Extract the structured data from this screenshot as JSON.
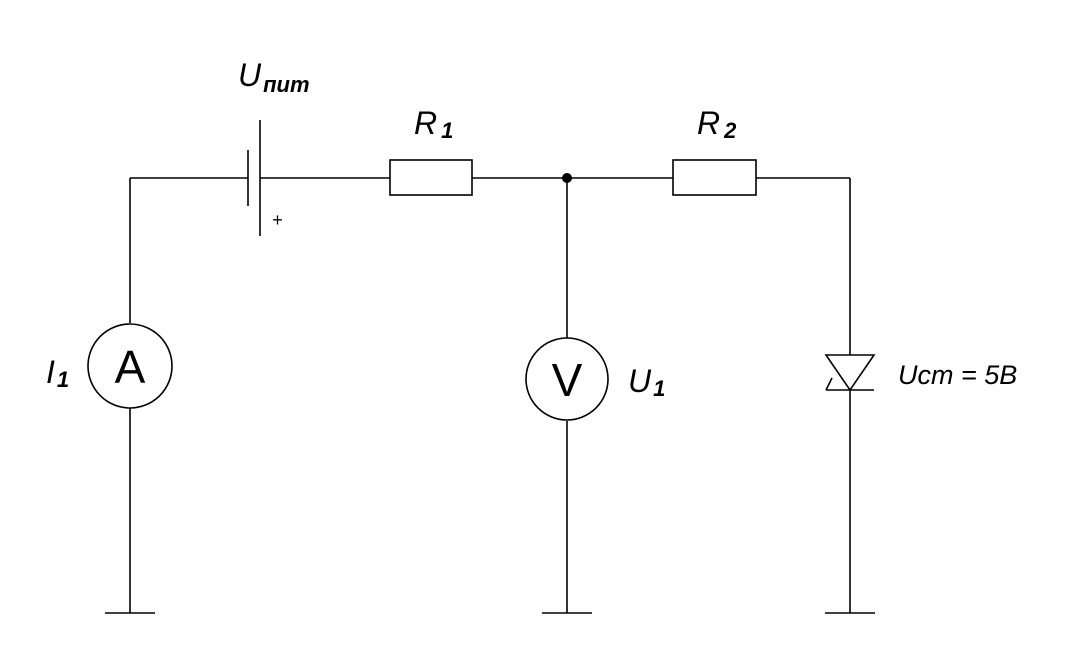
{
  "labels": {
    "source": {
      "main": "U",
      "sub": "пит"
    },
    "r1": {
      "main": "R",
      "sub": "1"
    },
    "r2": {
      "main": "R",
      "sub": "2"
    },
    "ammeter": {
      "main": "I",
      "sub": "1"
    },
    "voltmeter": {
      "main": "U",
      "sub": "1"
    },
    "zener": "Uст = 5В"
  },
  "source_polarity": "+",
  "ammeter_letter": "A",
  "voltmeter_letter": "V"
}
